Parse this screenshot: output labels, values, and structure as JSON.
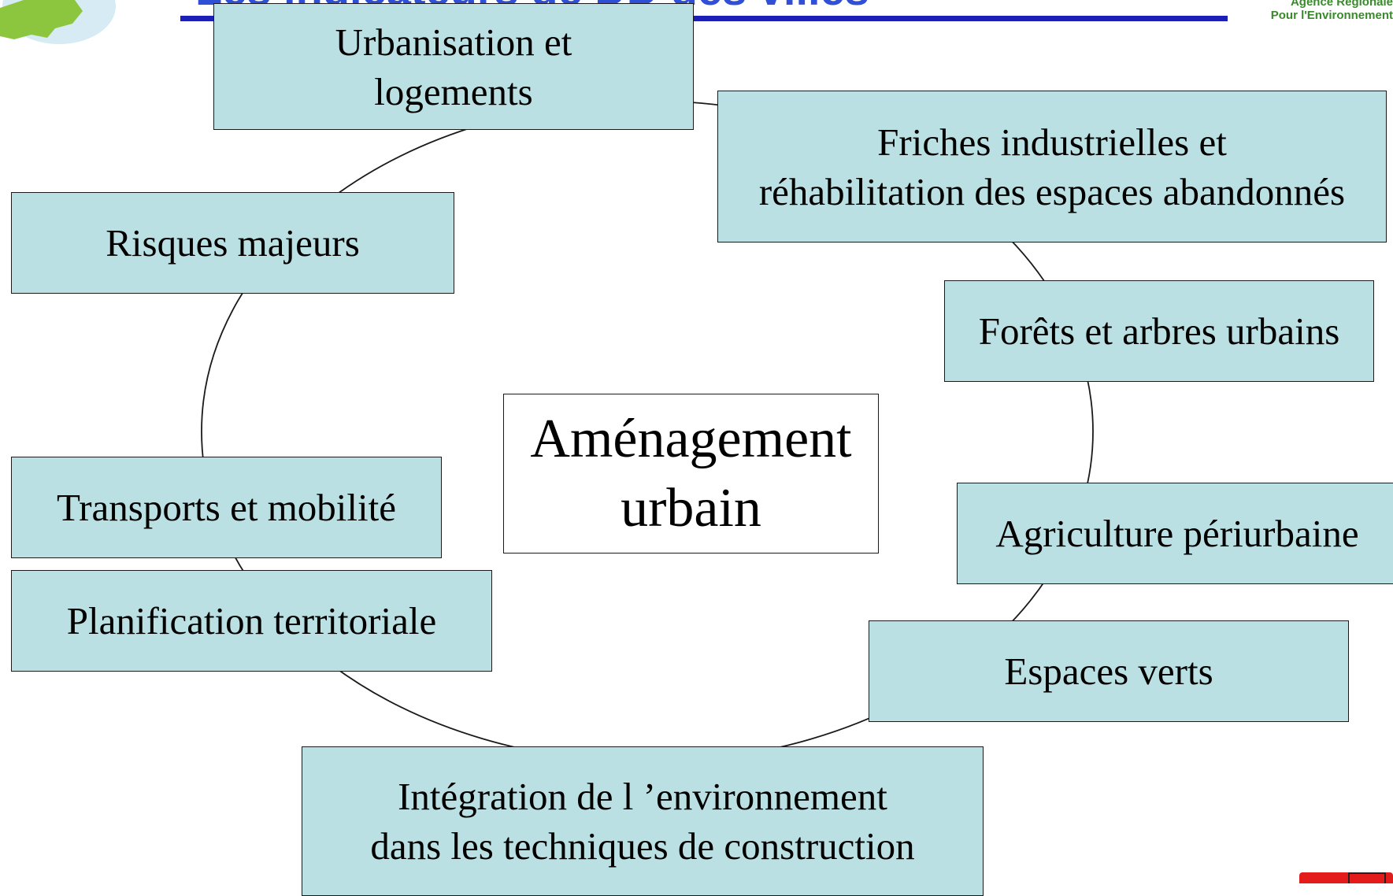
{
  "header": {
    "title": "Les indicateurs de DD des villes",
    "agency": [
      "Agence Régionale",
      "Pour l'Environnement"
    ]
  },
  "diagram": {
    "center": "Aménagement\nurbain",
    "nodes": {
      "urbanisation": "Urbanisation et\nlogements",
      "friches": "Friches industrielles et\nréhabilitation des espaces abandonnés",
      "risques": "Risques majeurs",
      "forets": "Forêts et arbres urbains",
      "transports": "Transports et mobilité",
      "agriculture": "Agriculture périurbaine",
      "planification": "Planification territoriale",
      "espaces_verts": "Espaces verts",
      "integration": "Intégration de l ’environnement\ndans les techniques de construction"
    }
  },
  "colors": {
    "box_fill": "#bae0e3",
    "header_blue": "#1b1fb6",
    "agency_green": "#3a8a2c",
    "logo_green": "#8cc63f"
  }
}
